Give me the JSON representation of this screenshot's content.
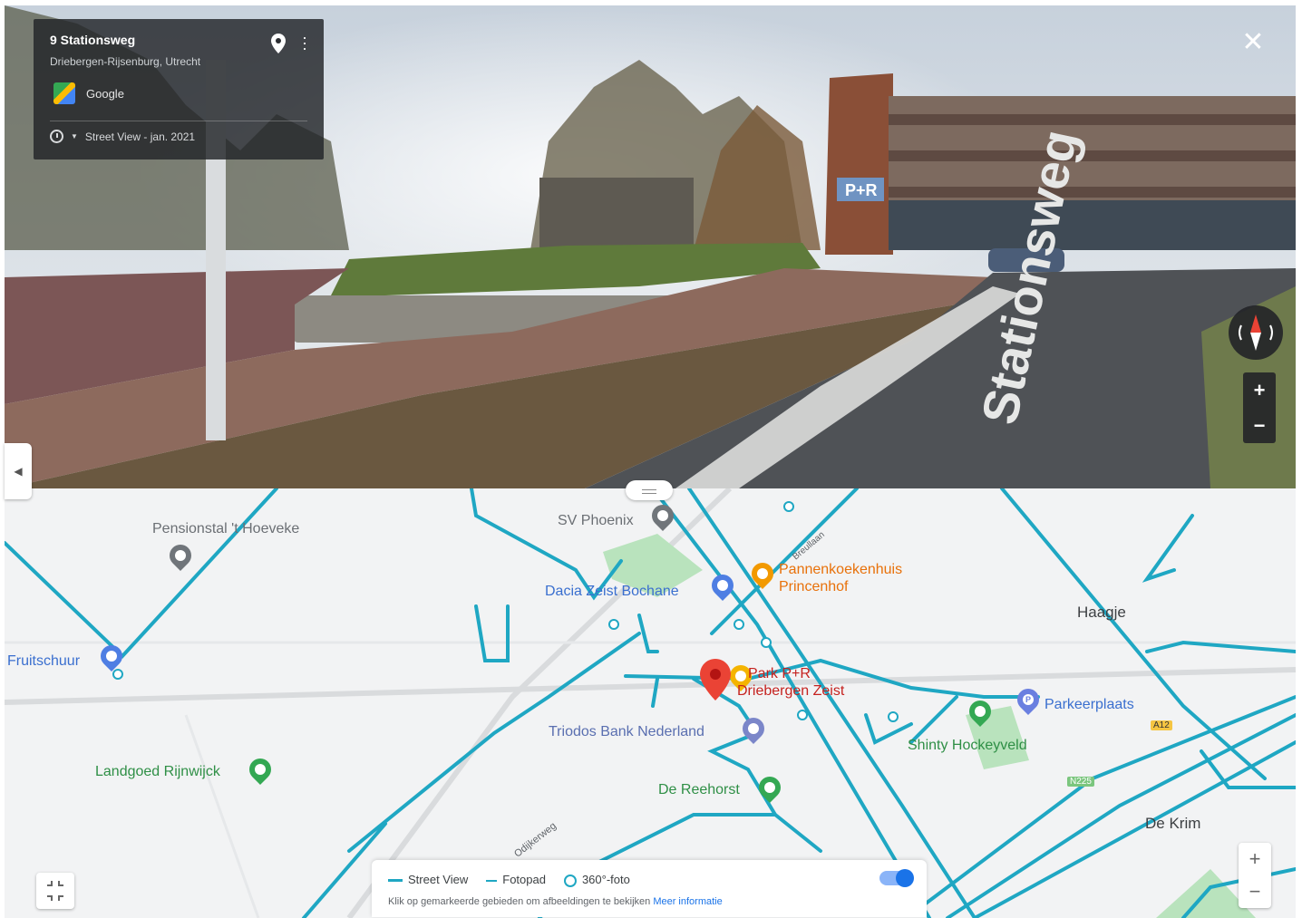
{
  "street_view": {
    "title": "9 Stationsweg",
    "subtitle": "Driebergen-Rijsenburg, Utrecht",
    "brand": "Google",
    "date": "Street View - jan. 2021",
    "road_marking": "Stationsweg",
    "sign": "P+R",
    "close_icon": "close-icon",
    "zoom_in": "+",
    "zoom_out": "−"
  },
  "map": {
    "places": {
      "pensionstal": "Pensionstal 't Hoeveke",
      "sv_phoenix": "SV Phoenix",
      "dacia": "Dacia Zeist Bochane",
      "pannenkoek_1": "Pannenkoekenhuis",
      "pannenkoek_2": "Princenhof",
      "haagje": "Haagje",
      "fruitschuur": "Fruitschuur",
      "p_and_r_1": "Park P+R",
      "p_and_r_2": "Driebergen Zeist",
      "parkeerplaats": "Parkeerplaats",
      "triodos": "Triodos Bank Nederland",
      "shinty": "Shinty Hockeyveld",
      "landgoed": "Landgoed Rijnwijck",
      "reehorst": "De Reehorst",
      "de_krim": "De Krim"
    },
    "roads": {
      "breullaan": "Breullaan",
      "odijkerweg": "Odijkerweg",
      "route_a12": "A12",
      "route_n225": "N225"
    },
    "zoom_in": "+",
    "zoom_out": "−"
  },
  "legend": {
    "street_view": "Street View",
    "fotopad": "Fotopad",
    "foto360": "360°-foto",
    "note": "Klik op gemarkeerde gebieden om afbeeldingen te bekijken",
    "more_link": "Meer informatie"
  },
  "colors": {
    "coverage": "#1fa7c3",
    "pin_red": "#ea4335",
    "accent_blue": "#1a73e8"
  }
}
